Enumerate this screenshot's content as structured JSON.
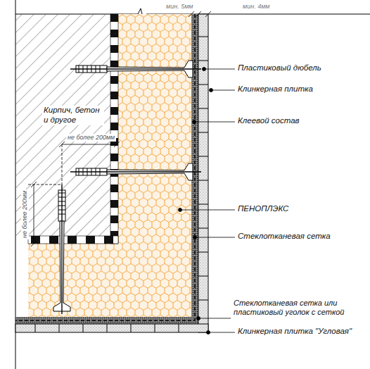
{
  "diagram": {
    "labels": [
      "мин. 5мм",
      "мин. 4мм",
      "Пластиковый дюбель",
      "Клинкерная плитка",
      "Кирпич, бетон и другое",
      "Клеевой состав",
      "не более 200мм",
      "не более 200мм",
      "ПЕНОПЛЭКС",
      "Стеклотканевая сетка",
      "Стеклотканевая сетка или пластиковый уголок с сеткой",
      "Клинкерная плитка \"Угловая\""
    ]
  }
}
